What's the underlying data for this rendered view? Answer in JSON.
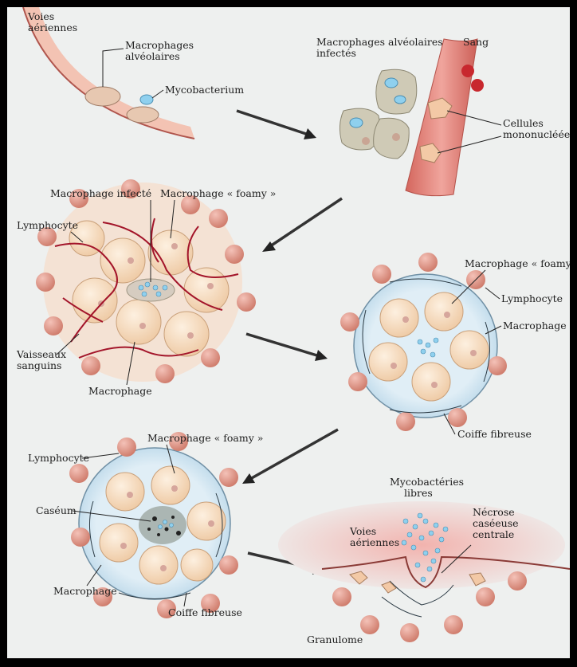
{
  "labels": {
    "voies_aeriennes_top": [
      "Voies",
      "aériennes"
    ],
    "macrophages_alveolaires": [
      "Macrophages",
      "alvéolaires"
    ],
    "mycobacterium": "Mycobacterium",
    "macrophages_alveolaires_infectes": [
      "Macrophages alvéolaires",
      "infectés"
    ],
    "sang": "Sang",
    "cellules_mononucleees": [
      "Cellules",
      "mononucléées"
    ],
    "macrophage_infecte": "Macrophage infecté",
    "macrophage_foamy_1": "Macrophage « foamy »",
    "lymphocyte_1": "Lymphocyte",
    "vaisseaux_sanguins": [
      "Vaisseaux",
      "sanguins"
    ],
    "macrophage_1": "Macrophage",
    "macrophage_foamy_2": "Macrophage « foamy",
    "lymphocyte_2": "Lymphocyte",
    "macrophage_2": "Macrophage",
    "coiffe_fibreuse_1": "Coiffe fibreuse",
    "lymphocyte_3": "Lymphocyte",
    "macrophage_foamy_3": "Macrophage « foamy »",
    "caseum": "Caséum",
    "macrophage_3": "Macrophage",
    "coiffe_fibreuse_2": "Coiffe fibreuse",
    "mycobacteries_libres": [
      "Mycobactéries",
      "libres"
    ],
    "necrose": [
      "Nécrose",
      "caséeuse",
      "centrale"
    ],
    "voies_aeriennes_bottom": [
      "Voies",
      "aériennes"
    ],
    "granulome": "Granulome"
  },
  "colors": {
    "background": "#eef0ef",
    "frame": "#000000",
    "tissue_pink": "#f2b6b0",
    "blood_vessel": "#e07a72",
    "macrophage_cream": "#f7dcc0",
    "cell_grey": "#cfcab6",
    "bacterium_blue": "#8fd0ee",
    "lymphocyte": "#e3998a",
    "capillary": "#a3152a",
    "fibrous_cap": "#cfe6f1"
  },
  "icons": [
    "arrow-icon"
  ]
}
